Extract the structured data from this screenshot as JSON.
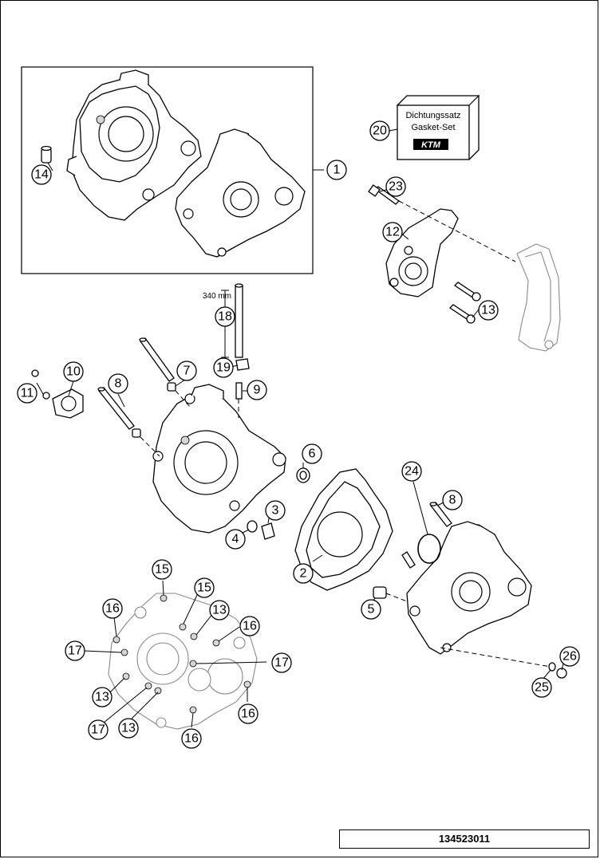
{
  "drawing_number": "134523011",
  "kit_box": {
    "line1": "Dichtungssatz",
    "line2": "Gasket-Set",
    "logo": "KTM"
  },
  "dimension_label": "340 mm",
  "callouts": {
    "c1": "1",
    "c2": "2",
    "c3": "3",
    "c4": "4",
    "c5": "5",
    "c6": "6",
    "c7": "7",
    "c8a": "8",
    "c8b": "8",
    "c9": "9",
    "c10": "10",
    "c11": "11",
    "c12": "12",
    "c13a": "13",
    "c13b": "13",
    "c13c": "13",
    "c13d": "13",
    "c14": "14",
    "c15a": "15",
    "c15b": "15",
    "c16a": "16",
    "c16b": "16",
    "c16c": "16",
    "c16d": "16",
    "c17a": "17",
    "c17b": "17",
    "c17c": "17",
    "c18": "18",
    "c19": "19",
    "c20": "20",
    "c23": "23",
    "c24": "24",
    "c25": "25",
    "c26": "26"
  }
}
